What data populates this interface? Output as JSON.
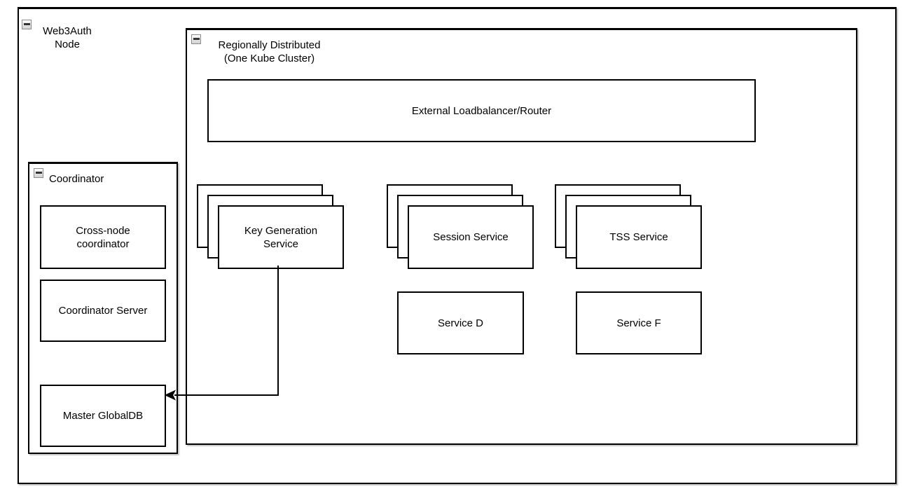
{
  "colors": {
    "stroke": "#000000",
    "canvas_bg": "#ffffff",
    "shape_bg": "#ffffff",
    "collapse_bg": "#e0e0e0",
    "collapse_border": "#8c8c8c",
    "collapse_glyph": "#333333"
  },
  "groups": {
    "web3auth": {
      "title": "Web3Auth\nNode",
      "collapse_icon": "minus"
    },
    "cluster": {
      "title": "Regionally Distributed\n(One Kube Cluster)",
      "collapse_icon": "minus"
    },
    "coordinator": {
      "title": "Coordinator",
      "collapse_icon": "minus"
    }
  },
  "nodes": {
    "loadbalancer": {
      "label": "External Loadbalancer/Router"
    },
    "key_generation": {
      "label": "Key Generation\nService",
      "stacked_copies": 3
    },
    "session": {
      "label": "Session Service",
      "stacked_copies": 3
    },
    "tss": {
      "label": "TSS Service",
      "stacked_copies": 3
    },
    "service_d": {
      "label": "Service D"
    },
    "service_f": {
      "label": "Service F"
    },
    "cross_node": {
      "label": "Cross-node\ncoordinator"
    },
    "coordinator_server": {
      "label": "Coordinator Server"
    },
    "master_globaldb": {
      "label": "Master GlobalDB"
    }
  },
  "edges": [
    {
      "from": "key_generation",
      "to": "master_globaldb",
      "style": "orthogonal",
      "arrow": "classic-left"
    }
  ]
}
